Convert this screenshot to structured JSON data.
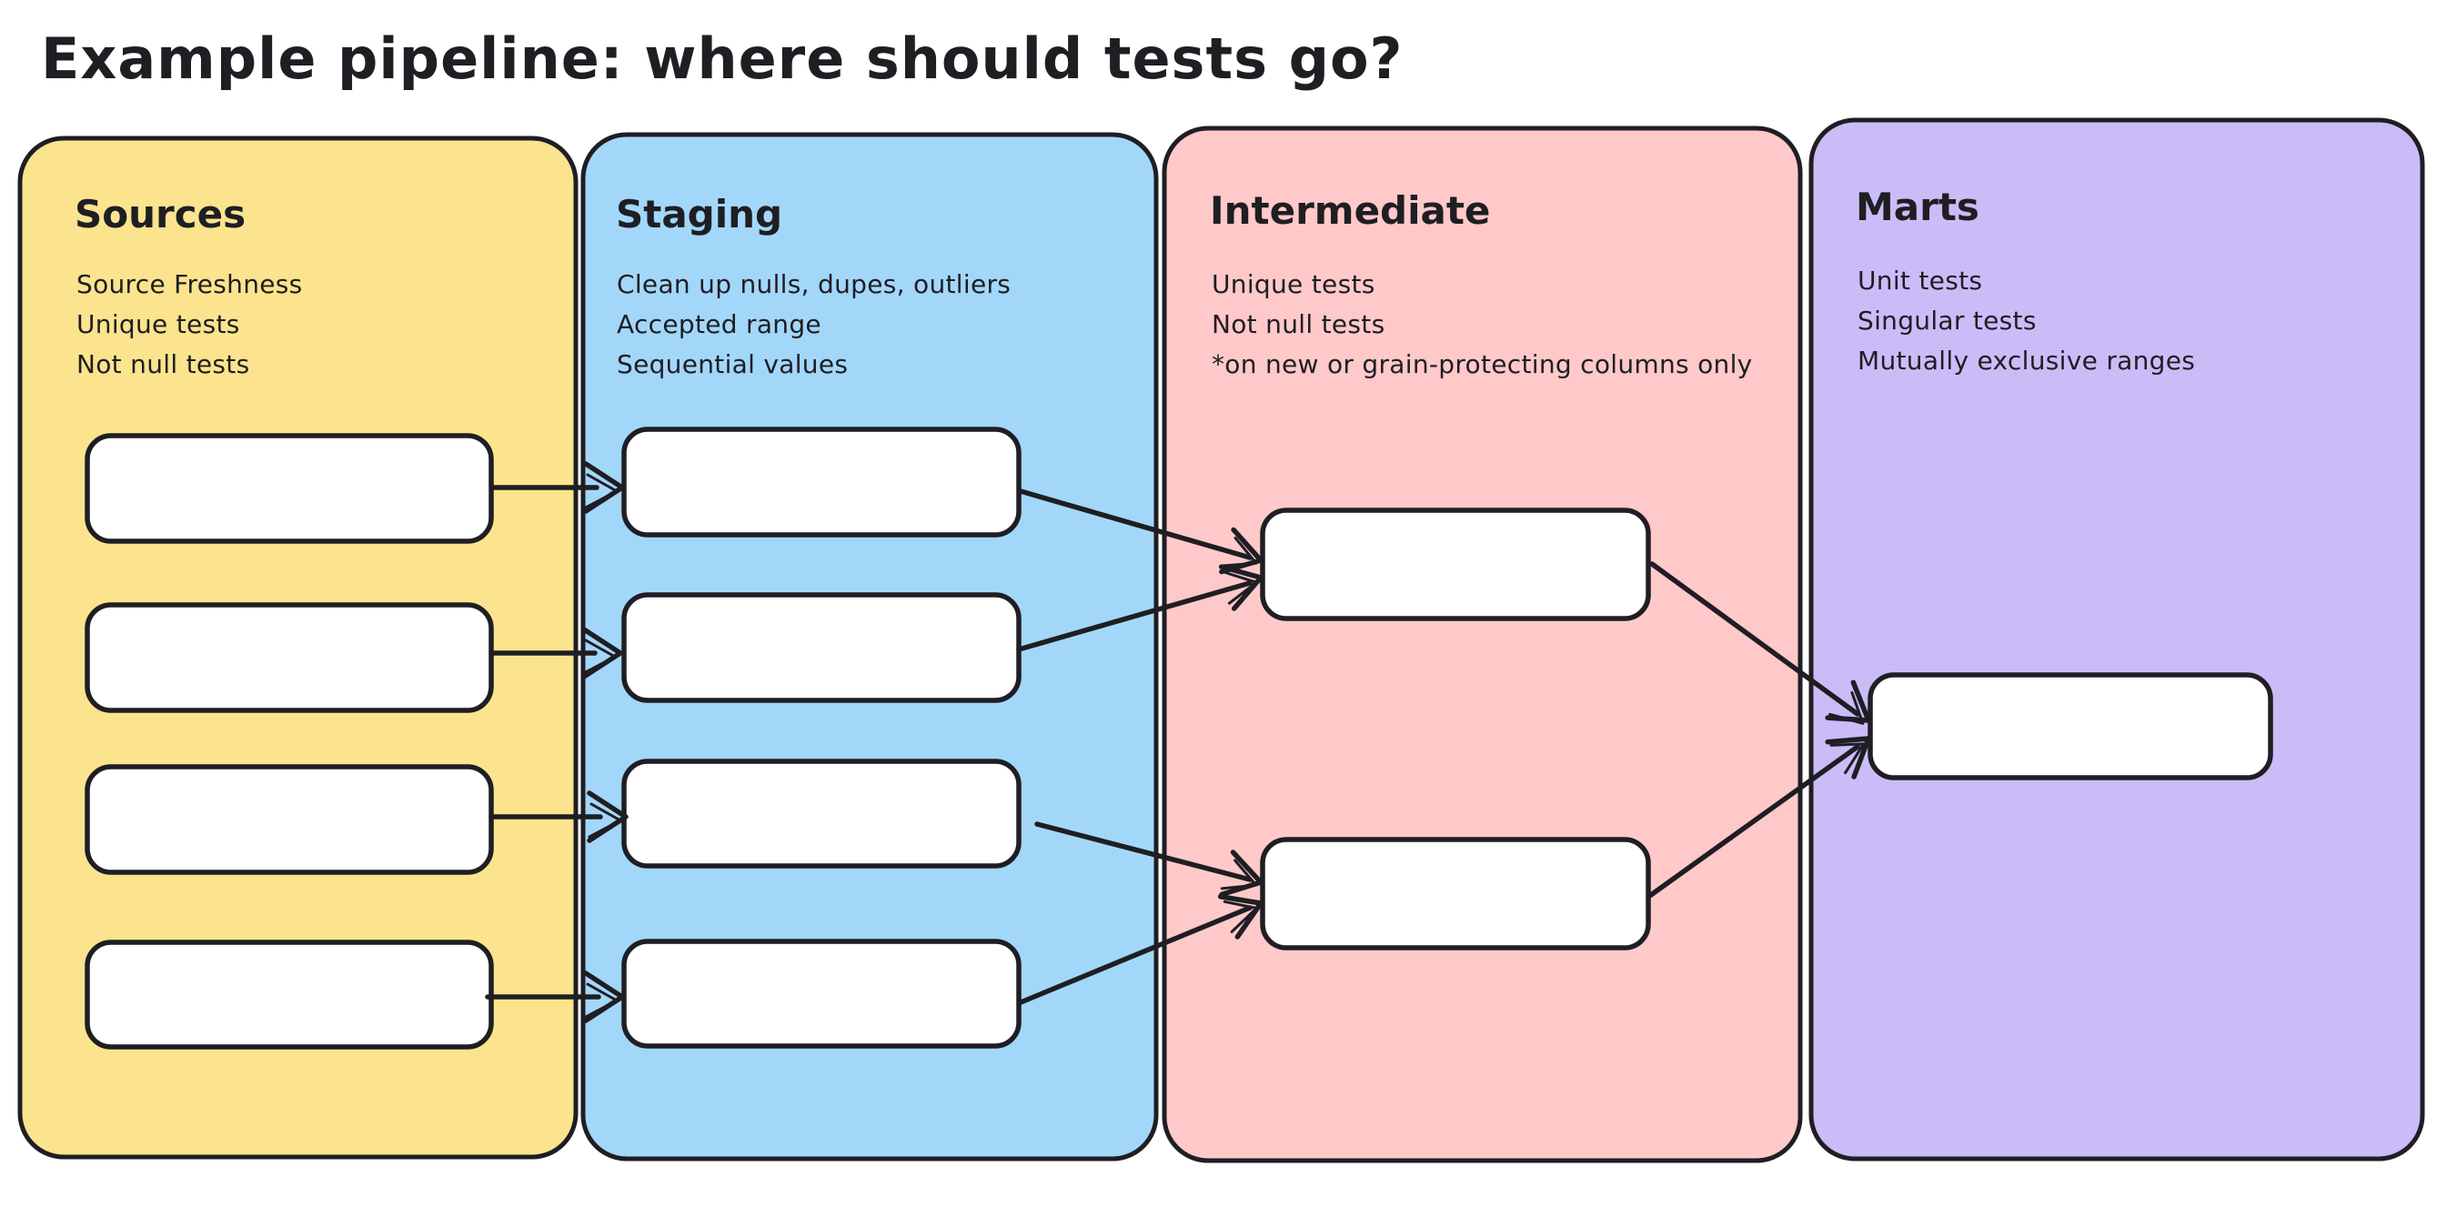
{
  "title": "Example pipeline: where should tests go?",
  "ink_color": "#1e1e23",
  "columns": [
    {
      "name": "Sources",
      "color": "#FBE48D",
      "notes": [
        "Source Freshness",
        "Unique tests",
        "Not null tests"
      ],
      "model_boxes": 4
    },
    {
      "name": "Staging",
      "color": "#A3D7FA",
      "notes": [
        "Clean up nulls, dupes, outliers",
        "Accepted range",
        "Sequential values"
      ],
      "model_boxes": 4
    },
    {
      "name": "Intermediate",
      "color": "#FFC9C9",
      "notes": [
        "Unique tests",
        "Not null tests",
        "*on new or grain-protecting columns only"
      ],
      "model_boxes": 2
    },
    {
      "name": "Marts",
      "color": "#CBBCF8",
      "notes": [
        "Unit tests",
        "Singular tests",
        "Mutually exclusive ranges"
      ],
      "model_boxes": 1
    }
  ],
  "connections": [
    {
      "from": "sources-1",
      "to": "staging-1"
    },
    {
      "from": "sources-2",
      "to": "staging-2"
    },
    {
      "from": "sources-3",
      "to": "staging-3"
    },
    {
      "from": "sources-4",
      "to": "staging-4"
    },
    {
      "from": "staging-1",
      "to": "intermediate-1"
    },
    {
      "from": "staging-2",
      "to": "intermediate-1"
    },
    {
      "from": "staging-3",
      "to": "intermediate-2"
    },
    {
      "from": "staging-4",
      "to": "intermediate-2"
    },
    {
      "from": "intermediate-1",
      "to": "marts-1"
    },
    {
      "from": "intermediate-2",
      "to": "marts-1"
    }
  ]
}
